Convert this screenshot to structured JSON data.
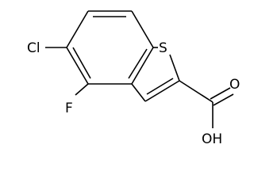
{
  "structure": {
    "atoms": {
      "chlorine": "Cl",
      "fluorine": "F",
      "sulfur": "S",
      "carbonyl_oxygen": "O",
      "hydroxyl": "OH"
    },
    "bond_color": "#000000",
    "background": "#ffffff"
  }
}
